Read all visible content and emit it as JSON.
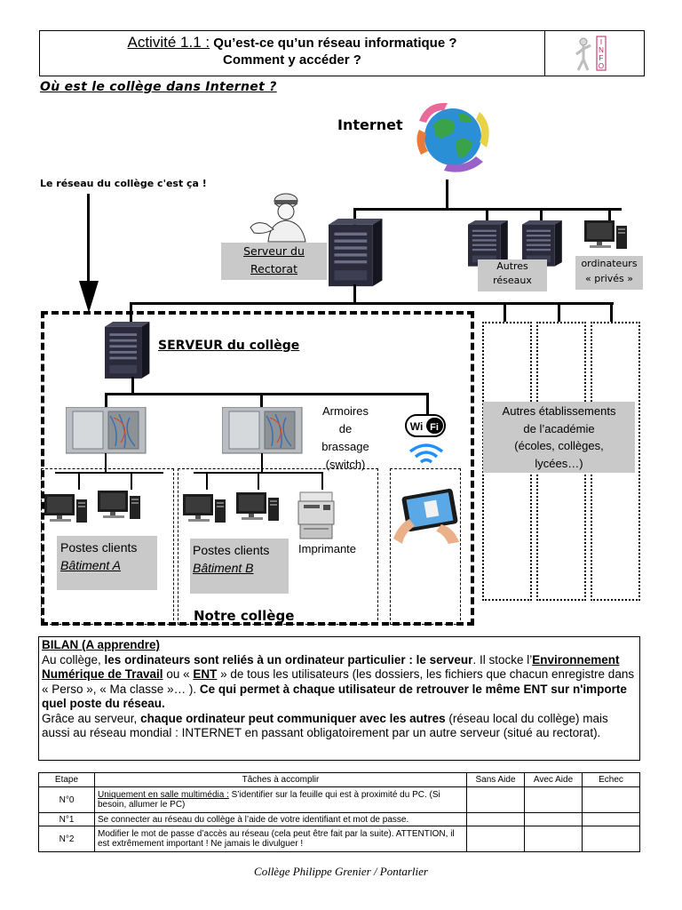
{
  "header": {
    "activity_label": "Activité 1.1 :",
    "title_line1": "Qu’est-ce qu’un réseau informatique ?",
    "title_line2": "Comment y accéder ?",
    "logo_text": "INFO"
  },
  "section_heading": "Où est le collège dans Internet ?",
  "diagram": {
    "internet_label": "Internet",
    "college_network_label": "Le réseau du collège c'est ça !",
    "rectorat_server_line1": "Serveur du",
    "rectorat_server_line2": "Rectorat",
    "other_networks_line1": "Autres",
    "other_networks_line2": "réseaux",
    "private_computers_line1": "ordinateurs",
    "private_computers_line2": "« privés »",
    "college_server_label": "SERVEUR du collège",
    "patch_cabinets_line1": "Armoires",
    "patch_cabinets_line2": "de",
    "patch_cabinets_line3": "brassage",
    "patch_cabinets_line4": "(switch)",
    "wifi_label": "Wi Fi",
    "other_schools_line1": "Autres établissements",
    "other_schools_line2": "de l’académie",
    "other_schools_line3": "(écoles, collèges,",
    "other_schools_line4": "lycées…)",
    "clients_a_line1": "Postes clients",
    "clients_a_line2": "Bâtiment A",
    "clients_b_line1": "Postes clients",
    "clients_b_line2": "Bâtiment B",
    "printer_label": "Imprimante",
    "our_college_label": "Notre collège"
  },
  "bilan": {
    "title": "BILAN (A apprendre)",
    "p1_a": "Au collège, ",
    "p1_b": "les ordinateurs sont reliés à un ordinateur particulier : le serveur",
    "p1_c": ". Il stocke l’",
    "p1_d": "Environnement Numérique de Travail",
    "p1_e": " ou « ",
    "p1_f": "ENT",
    "p1_g": " » de tous les utilisateurs  (les dossiers, les fichiers que chacun enregistre dans « Perso », « Ma classe »… ). ",
    "p1_h": "Ce qui permet à chaque utilisateur de retrouver le même ENT sur n'importe quel poste du réseau.",
    "p2_a": "Grâce au serveur, ",
    "p2_b": "chaque ordinateur peut communiquer avec les autres",
    "p2_c": " (réseau local du collège) mais aussi au réseau mondial : INTERNET en passant obligatoirement par un autre serveur (situé au rectorat)."
  },
  "table": {
    "headers": [
      "Etape",
      "Tâches à accomplir",
      "Sans Aide",
      "Avec Aide",
      "Echec"
    ],
    "rows": [
      {
        "num": "N°0",
        "task_prefix": "Uniquement en salle multimédia :",
        "task": " S’identifier sur la feuille qui est à proximité du PC. (Si besoin, allumer le PC)"
      },
      {
        "num": "N°1",
        "task_prefix": "",
        "task": "Se connecter au réseau du collège à l’aide de votre identifiant et mot de passe."
      },
      {
        "num": "N°2",
        "task_prefix": "",
        "task": "Modifier le mot de passe d’accès au réseau (cela peut être fait par la suite). ATTENTION, il est extrêmement important ! Ne jamais le divulguer !"
      }
    ]
  },
  "footer": "Collège Philippe Grenier / Pontarlier",
  "colors": {
    "label_box": "#c9c9c9",
    "wifi": "#1e90ff",
    "tower": "#2a2a3a"
  }
}
